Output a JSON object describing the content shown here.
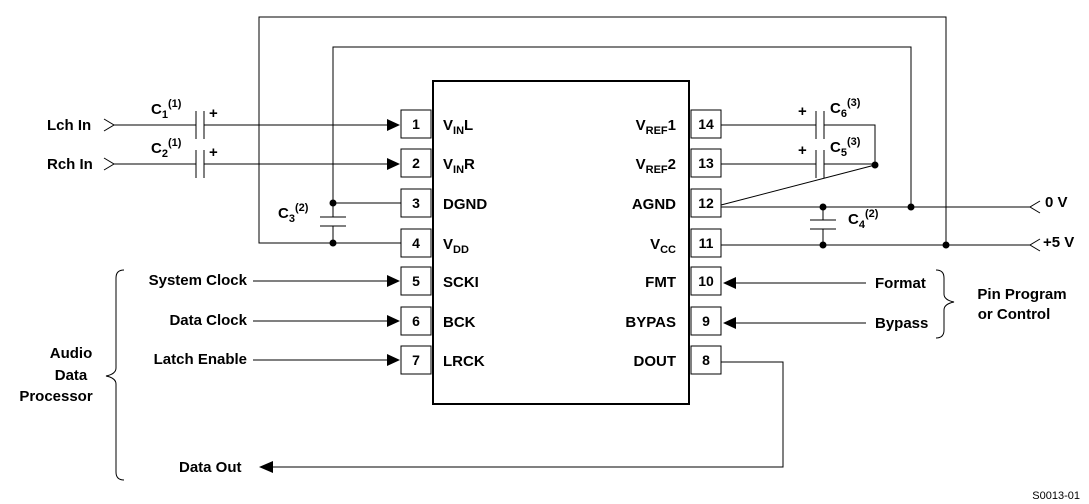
{
  "inputs": {
    "lch": "Lch In",
    "rch": "Rch In"
  },
  "caps": {
    "c1": {
      "main": "C",
      "sub": "1",
      "sup": "(1)"
    },
    "c2": {
      "main": "C",
      "sub": "2",
      "sup": "(1)"
    },
    "c3": {
      "main": "C",
      "sub": "3",
      "sup": "(2)"
    },
    "c4": {
      "main": "C",
      "sub": "4",
      "sup": "(2)"
    },
    "c5": {
      "main": "C",
      "sub": "5",
      "sup": "(3)"
    },
    "c6": {
      "main": "C",
      "sub": "6",
      "sup": "(3)"
    },
    "plus": "+"
  },
  "pins": {
    "p1": {
      "num": "1",
      "main": "V",
      "sub": "IN",
      "tail": "L"
    },
    "p2": {
      "num": "2",
      "main": "V",
      "sub": "IN",
      "tail": "R"
    },
    "p3": {
      "num": "3",
      "name": "DGND"
    },
    "p4": {
      "num": "4",
      "main": "V",
      "sub": "DD"
    },
    "p5": {
      "num": "5",
      "name": "SCKI"
    },
    "p6": {
      "num": "6",
      "name": "BCK"
    },
    "p7": {
      "num": "7",
      "name": "LRCK"
    },
    "p8": {
      "num": "8",
      "name": "DOUT"
    },
    "p9": {
      "num": "9",
      "name": "BYPAS"
    },
    "p10": {
      "num": "10",
      "name": "FMT"
    },
    "p11": {
      "num": "11",
      "main": "V",
      "sub": "CC"
    },
    "p12": {
      "num": "12",
      "name": "AGND"
    },
    "p13": {
      "num": "13",
      "main": "V",
      "sub": "REF",
      "tail": "2"
    },
    "p14": {
      "num": "14",
      "main": "V",
      "sub": "REF",
      "tail": "1"
    }
  },
  "rails": {
    "zero": "0 V",
    "plus5": "+5 V"
  },
  "signals": {
    "system_clock": "System Clock",
    "data_clock": "Data Clock",
    "latch_enable": "Latch Enable",
    "data_out": "Data Out",
    "format": "Format",
    "bypass": "Bypass"
  },
  "groups": {
    "processor": [
      "Audio",
      "Data",
      "Processor"
    ],
    "pin_program": [
      "Pin Program",
      "or Control"
    ]
  },
  "figure_ref": "S0013-01"
}
